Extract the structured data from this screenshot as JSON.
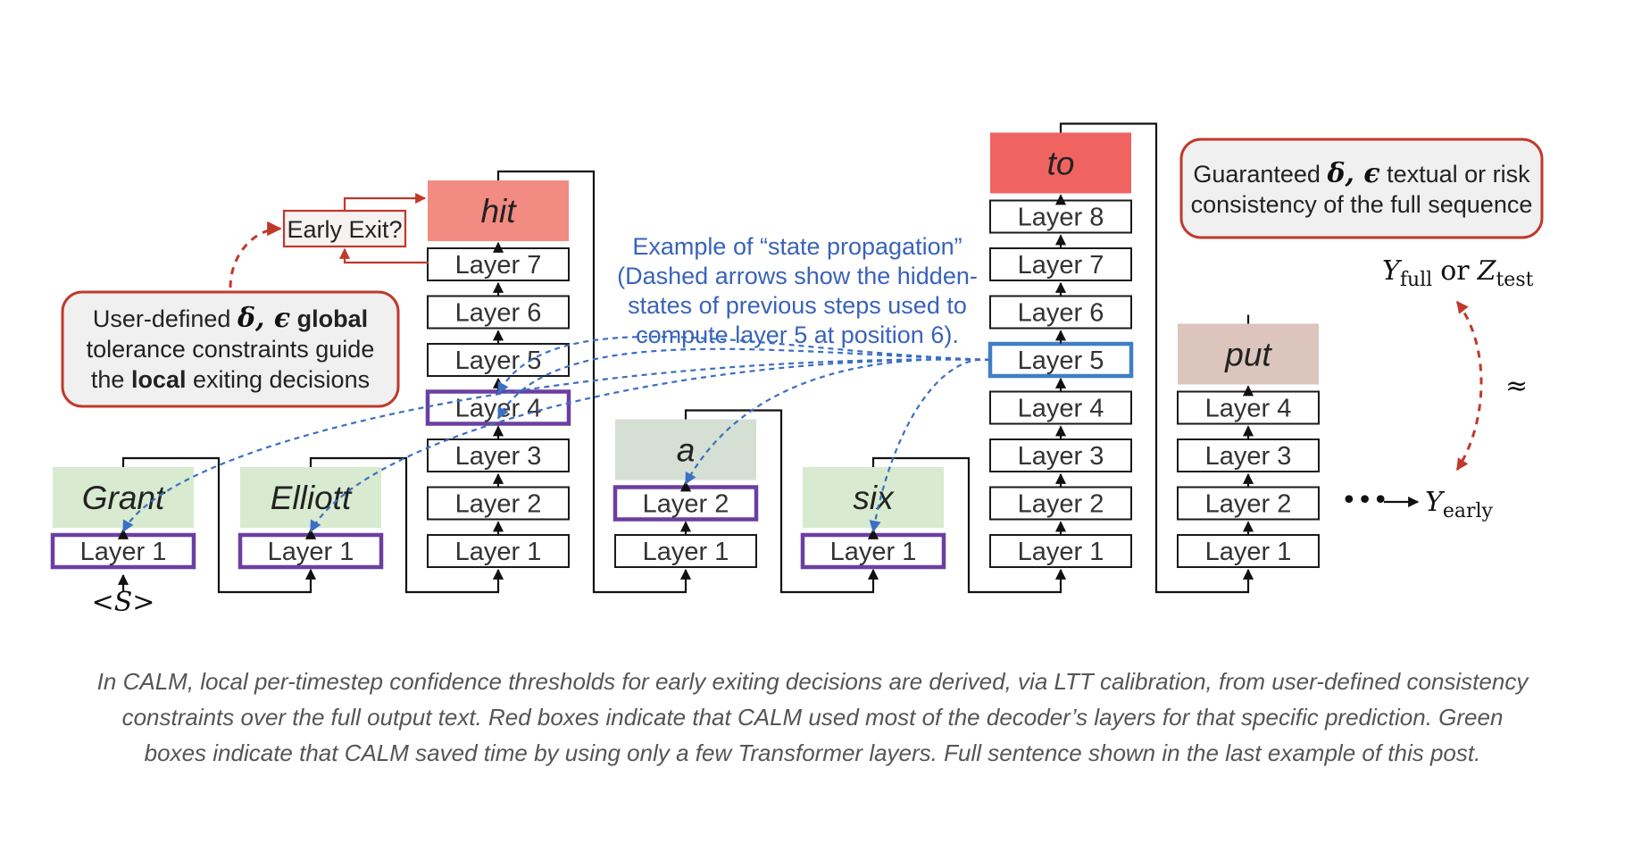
{
  "stacks": [
    {
      "token": "Grant",
      "token_color": "#d8ead0",
      "layers": [
        "Layer 1"
      ],
      "exit_highlight": 0
    },
    {
      "token": "Elliott",
      "token_color": "#d8ead0",
      "layers": [
        "Layer 1"
      ],
      "exit_highlight": 0
    },
    {
      "token": "hit",
      "token_color": "#f28b82",
      "layers": [
        "Layer 1",
        "Layer 2",
        "Layer 3",
        "Layer 4",
        "Layer 5",
        "Layer 6",
        "Layer 7"
      ],
      "exit_highlight": 3
    },
    {
      "token": "a",
      "token_color": "#d5dfd3",
      "layers": [
        "Layer 1",
        "Layer 2"
      ],
      "exit_highlight": 1
    },
    {
      "token": "six",
      "token_color": "#d8ead0",
      "layers": [
        "Layer 1"
      ],
      "exit_highlight": 0
    },
    {
      "token": "to",
      "token_color": "#ef6461",
      "layers": [
        "Layer 1",
        "Layer 2",
        "Layer 3",
        "Layer 4",
        "Layer 5",
        "Layer 6",
        "Layer 7",
        "Layer 8"
      ],
      "current_highlight": 4
    },
    {
      "token": "put",
      "token_color": "#dcc5bd",
      "layers": [
        "Layer 1",
        "Layer 2",
        "Layer 3",
        "Layer 4"
      ]
    }
  ],
  "start_token": "<S>",
  "early_exit_label": "Early Exit?",
  "constraint_note": {
    "line1_prefix": "User-defined ",
    "line1_math": "δ, ϵ",
    "line1_suffix": " global",
    "line2": "tolerance constraints guide",
    "line3_prefix": "the ",
    "line3_bold": "local",
    "line3_suffix": " exiting decisions"
  },
  "state_propagation_note": {
    "line1_prefix": "Example of ",
    "line1_quoted": "“state propagation”",
    "line2": "(Dashed arrows show the hidden-",
    "line3": "states of previous steps used to",
    "line4": "compute layer 5 at position 6)."
  },
  "guarantee_note": {
    "line1_prefix": "Guaranteed ",
    "line1_math": "δ, ϵ",
    "line1_suffix": " textual or risk",
    "line2": "consistency of the full sequence"
  },
  "y_full": {
    "base": "Y",
    "sub": "full"
  },
  "or_word": "or",
  "z_test": {
    "base": "Z",
    "sub": "test"
  },
  "y_early": {
    "base": "Y",
    "sub": "early"
  },
  "approx_symbol": "≈",
  "ellipsis": "•••",
  "caption": "In CALM, local per-timestep confidence thresholds for early exiting decisions are derived, via LTT calibration, from user-defined consistency constraints over the full output text. Red boxes indicate that CALM used most of the decoder’s layers for that specific prediction. Green boxes indicate that CALM saved time by using only a few Transformer layers. Full sentence shown in the last example of this post.",
  "colors": {
    "exit_highlight": "#6b3fa0",
    "current_highlight": "#3f7fc2",
    "dashed_arrows": "#3a6fc4",
    "red_accent": "#c0392b"
  }
}
